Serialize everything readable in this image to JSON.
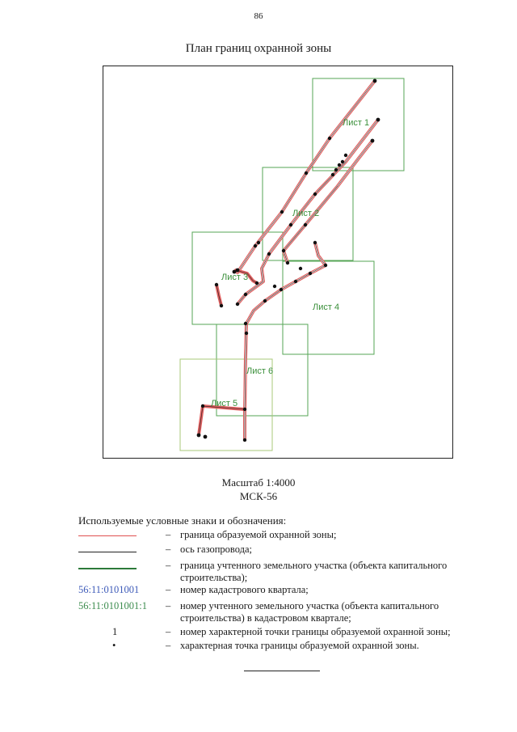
{
  "page": {
    "number": "86",
    "title": "План границ охранной зоны"
  },
  "map": {
    "sheet_labels": [
      "Лист 1",
      "Лист 2",
      "Лист 3",
      "Лист 4",
      "Лист 6",
      "Лист 5"
    ],
    "colors": {
      "zone_border": "#e06060",
      "gas_axis": "#222222",
      "sheet_frame": "#55a555",
      "sheet_frame_light": "#a8c878",
      "point": "#111111"
    }
  },
  "scale": {
    "line1": "Масштаб 1:4000",
    "line2": "МСК-56"
  },
  "legend": {
    "title": "Используемые условные знаки и обозначения:",
    "items": [
      {
        "symbol": "",
        "desc": "граница образуемой охранной зоны;"
      },
      {
        "symbol": "",
        "desc": "ось газопровода;"
      },
      {
        "symbol": "",
        "desc": "граница учтенного земельного участка (объекта капитального строительства);"
      },
      {
        "symbol": "56:11:0101001",
        "desc": "номер кадастрового квартала;"
      },
      {
        "symbol": "56:11:0101001:1",
        "desc": "номер учтенного земельного участка (объекта капитального строительства) в кадастровом квартале;"
      },
      {
        "symbol": "1",
        "desc": "номер характерной точки границы образуемой охранной зоны;"
      },
      {
        "symbol": "•",
        "desc": "характерная точка границы образуемой охранной зоны."
      }
    ],
    "dash": "–"
  }
}
